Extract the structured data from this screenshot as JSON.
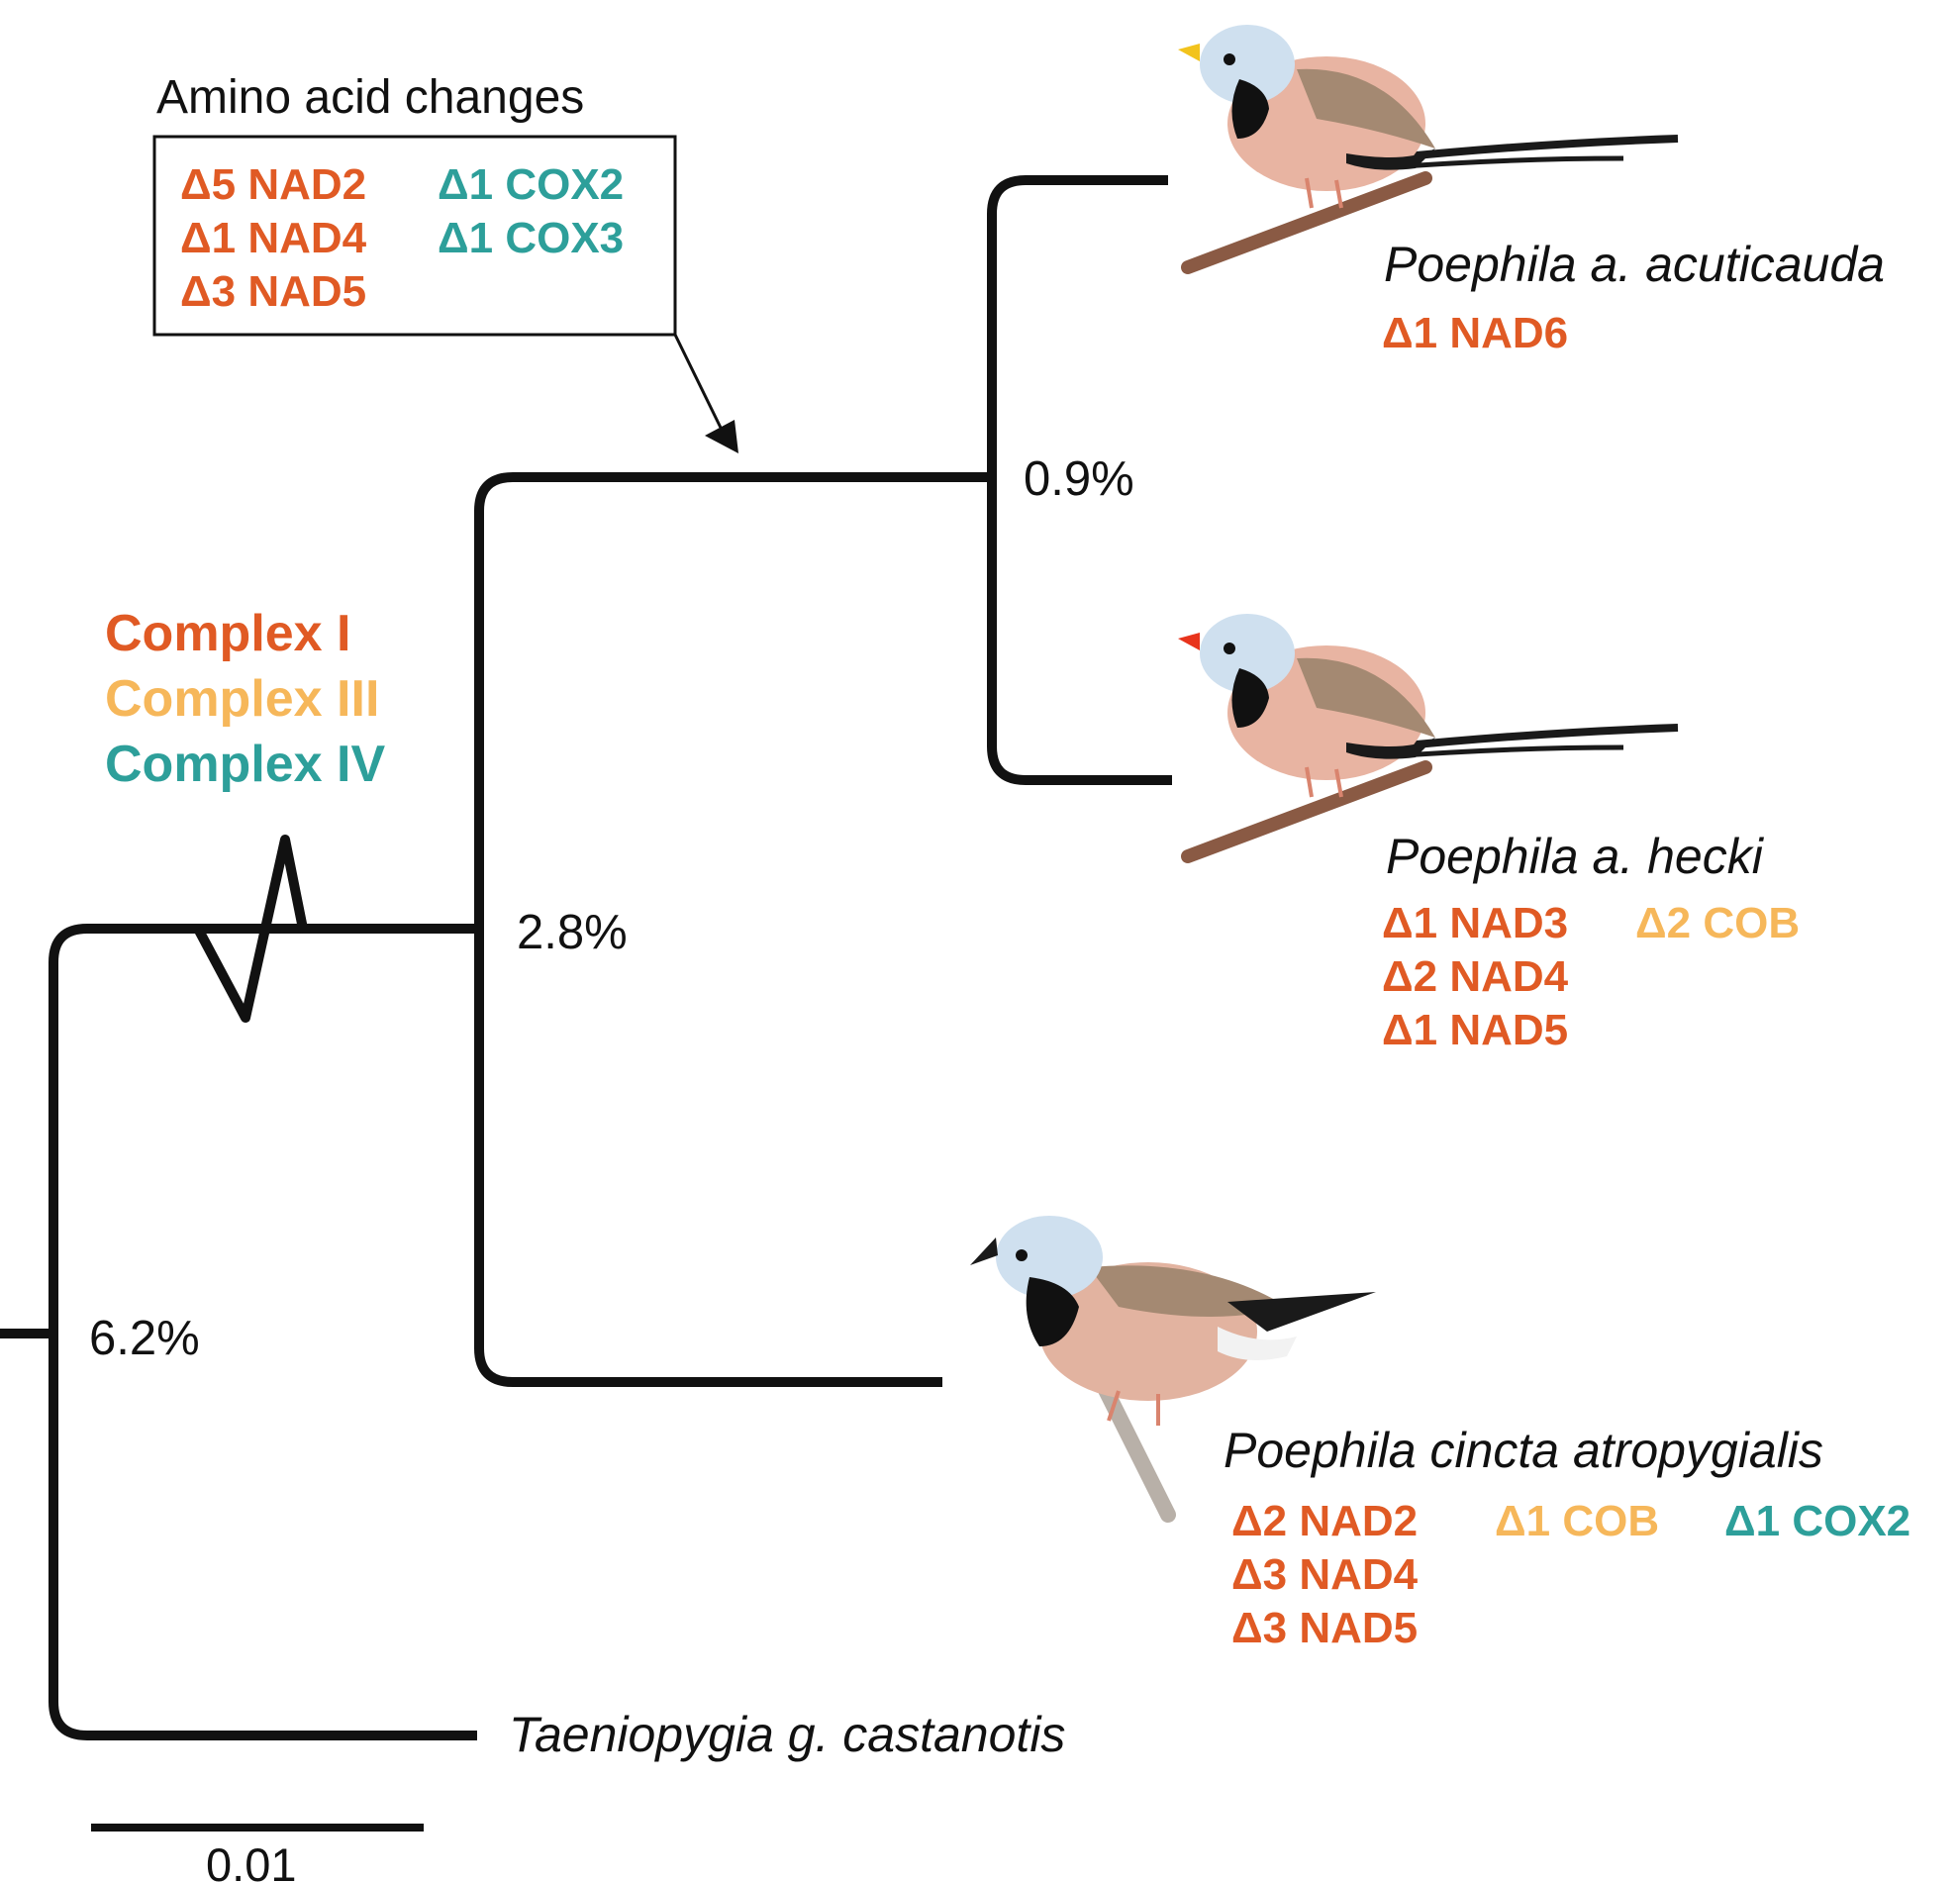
{
  "colors": {
    "complex_I": "#e05a24",
    "complex_III": "#f6b75a",
    "complex_IV": "#2d9f9a",
    "branch": "#111111"
  },
  "legend": {
    "complex_I": "Complex I",
    "complex_III": "Complex III",
    "complex_IV": "Complex IV"
  },
  "callout": {
    "title": "Amino acid changes",
    "changes": [
      {
        "text": "Δ5 NAD2",
        "complex": "I"
      },
      {
        "text": "Δ1 NAD4",
        "complex": "I"
      },
      {
        "text": "Δ3 NAD5",
        "complex": "I"
      },
      {
        "text": "Δ1 COX2",
        "complex": "IV"
      },
      {
        "text": "Δ1 COX3",
        "complex": "IV"
      }
    ]
  },
  "nodes": {
    "root_divergence": "6.2%",
    "poephila_divergence": "2.8%",
    "acuticauda_hecki_divergence": "0.9%"
  },
  "taxa": {
    "acuticauda": {
      "name": "Poephila a. acuticauda",
      "changes": [
        {
          "text": "Δ1 NAD6",
          "complex": "I"
        }
      ]
    },
    "hecki": {
      "name": "Poephila a. hecki",
      "changes": [
        {
          "text": "Δ1 NAD3",
          "complex": "I"
        },
        {
          "text": "Δ2 NAD4",
          "complex": "I"
        },
        {
          "text": "Δ1 NAD5",
          "complex": "I"
        },
        {
          "text": "Δ2 COB",
          "complex": "III"
        }
      ]
    },
    "atropygialis": {
      "name": "Poephila cincta atropygialis",
      "changes": [
        {
          "text": "Δ2 NAD2",
          "complex": "I"
        },
        {
          "text": "Δ3 NAD4",
          "complex": "I"
        },
        {
          "text": "Δ3 NAD5",
          "complex": "I"
        },
        {
          "text": "Δ1 COB",
          "complex": "III"
        },
        {
          "text": "Δ1 COX2",
          "complex": "IV"
        }
      ]
    },
    "outgroup": {
      "name": "Taeniopygia g. castanotis"
    }
  },
  "scale_bar": {
    "label": "0.01"
  },
  "birds": {
    "acuticauda": {
      "icon": "long-tailed-finch-yellow-bill",
      "bill_color": "#f2c31d"
    },
    "hecki": {
      "icon": "long-tailed-finch-red-bill",
      "bill_color": "#e8341c"
    },
    "atropygialis": {
      "icon": "black-throated-finch",
      "bill_color": "#1a1a1a"
    }
  }
}
